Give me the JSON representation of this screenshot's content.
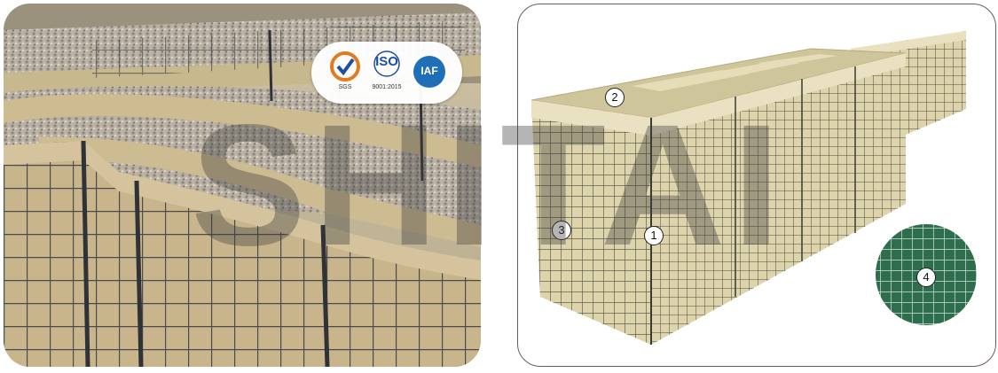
{
  "watermark": "SHITAI",
  "photo": {
    "certifications": [
      {
        "icon": "sgs-check-icon",
        "label": "SGS"
      },
      {
        "icon": "iso-icon",
        "title": "ISO",
        "label": "9001:2015"
      },
      {
        "icon": "iaf-icon",
        "title": "IAF"
      }
    ]
  },
  "diagram": {
    "callouts": [
      "1",
      "2",
      "3",
      "4"
    ],
    "colors": {
      "geotextile": "#ddd4ab",
      "mesh": "#4a4a40",
      "inset_mesh": "#2f6d4f",
      "frame": "#6b5b55"
    }
  }
}
